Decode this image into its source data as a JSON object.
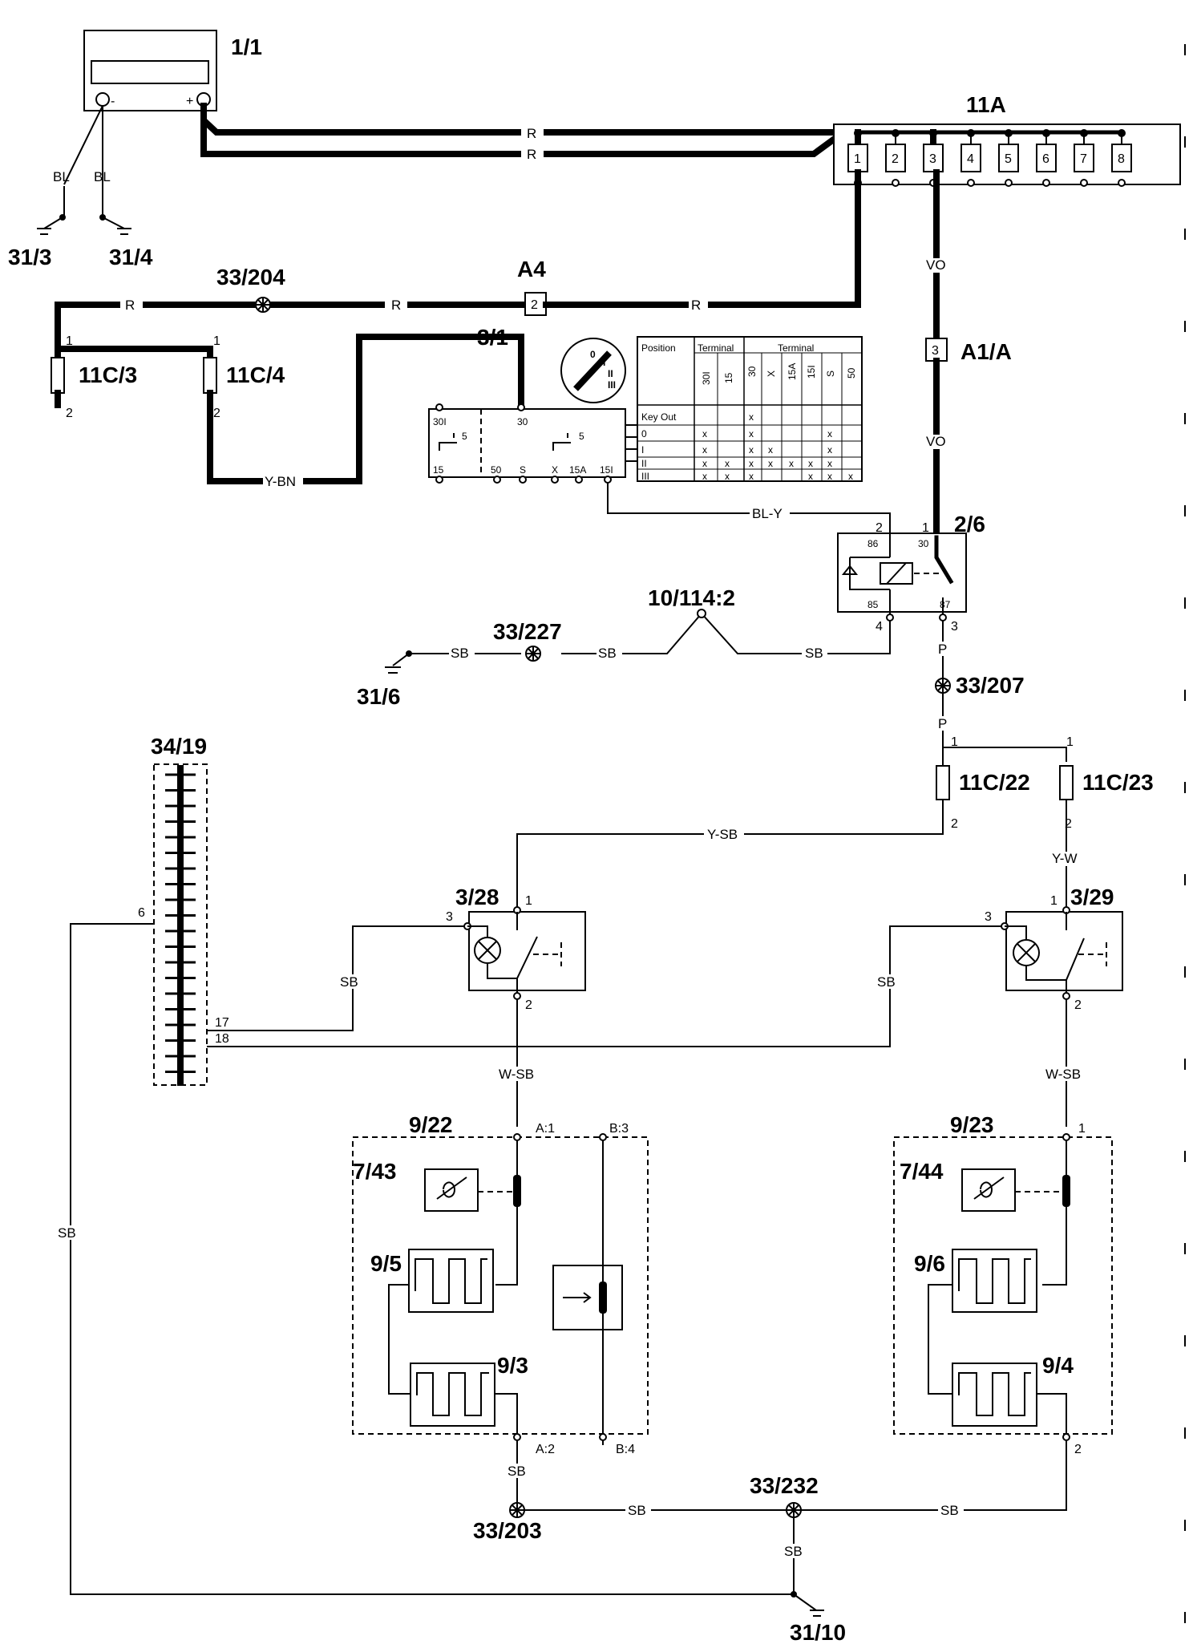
{
  "components": {
    "battery": "1/1",
    "fusebox": "11A",
    "fuse_pins": [
      "1",
      "2",
      "3",
      "4",
      "5",
      "6",
      "7",
      "8"
    ],
    "ground_31_3": "31/3",
    "ground_31_4": "31/4",
    "splice_33_204": "33/204",
    "conn_a4": "A4",
    "conn_a4_pin": "2",
    "conn_a1a": "A1/A",
    "conn_a1a_pin": "3",
    "fuse_11c3": "11C/3",
    "fuse_11c4": "11C/4",
    "ignition_switch": "3/1",
    "relay": "2/6",
    "joint_10_114": "10/114:2",
    "splice_33_227": "33/227",
    "ground_31_6": "31/6",
    "splice_33_207": "33/207",
    "connector_34_19": "34/19",
    "fuse_11c22": "11C/22",
    "fuse_11c23": "11C/23",
    "switch_3_28": "3/28",
    "switch_3_29": "3/29",
    "seat_9_22": "9/22",
    "seat_9_23": "9/23",
    "sensor_7_43": "7/43",
    "sensor_7_44": "7/44",
    "heater_9_5": "9/5",
    "heater_9_3": "9/3",
    "heater_9_6": "9/6",
    "heater_9_4": "9/4",
    "splice_33_203": "33/203",
    "splice_33_232": "33/232",
    "ground_31_10": "31/10"
  },
  "wires": {
    "r": "R",
    "bl": "BL",
    "vo": "VO",
    "ybn": "Y-BN",
    "bly": "BL-Y",
    "sb": "SB",
    "p": "P",
    "ysb": "Y-SB",
    "yw": "Y-W",
    "wsb": "W-SB"
  },
  "pins": {
    "p1": "1",
    "p2": "2",
    "p3": "3",
    "p4": "4",
    "p6": "6",
    "p17": "17",
    "p18": "18",
    "minus": "-",
    "plus": "+",
    "a1": "A:1",
    "a2": "A:2",
    "b3": "B:3",
    "b4": "B:4",
    "r86": "86",
    "r85": "85",
    "r30": "30",
    "r87": "87"
  },
  "ignition": {
    "t30i": "30I",
    "t5": "5",
    "t30": "30",
    "t15": "15",
    "t50": "50",
    "ts": "S",
    "tx": "X",
    "t15a": "15A",
    "t15i": "15I",
    "key_letters": [
      "0",
      "I",
      "II",
      "III"
    ],
    "table_head_position": "Position",
    "table_head_terminal": "Terminal",
    "table_cols_a": [
      "30I",
      "15"
    ],
    "table_cols_b": [
      "30",
      "X",
      "15A",
      "15I",
      "S",
      "50"
    ],
    "table_rows": [
      "Key Out",
      "0",
      "I",
      "II",
      "III"
    ],
    "mark": "x"
  }
}
